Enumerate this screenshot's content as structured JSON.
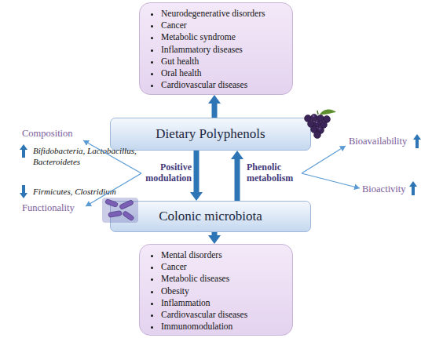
{
  "diagram": {
    "nodes": [
      {
        "text": [
          "Neurodegenerative disorders",
          "Cancer",
          "Metabolic syndrome",
          "Inflammatory diseases",
          "Gut health",
          "Oral health",
          "Cardiovascular diseases"
        ]
      },
      {
        "text": [
          "Dietary Polyphenols"
        ]
      },
      {
        "text": [
          "Colonic microbiota"
        ]
      },
      {
        "text": [
          "Mental disorders",
          "Cancer",
          "Metabolic diseases",
          "Obesity",
          "Inflammation",
          "Cardiovascular diseases",
          "Immunomodulation"
        ]
      }
    ],
    "edges": [
      {
        "from": 1,
        "to": 0,
        "arrow": "to"
      },
      {
        "from": 1,
        "to": 2,
        "arrow": "to",
        "label": "Positive modulation"
      },
      {
        "from": 2,
        "to": 1,
        "arrow": "to",
        "label": "Phenolic metabolism"
      },
      {
        "from": 2,
        "to": 3,
        "arrow": "to"
      }
    ],
    "labels": [
      "Composition",
      "Bifidobacteria, Lactobacillus, Bacteroidetes",
      "Firmicutes, Clostridium",
      "Functionality",
      "Bioavailability",
      "Bioactivity"
    ]
  }
}
